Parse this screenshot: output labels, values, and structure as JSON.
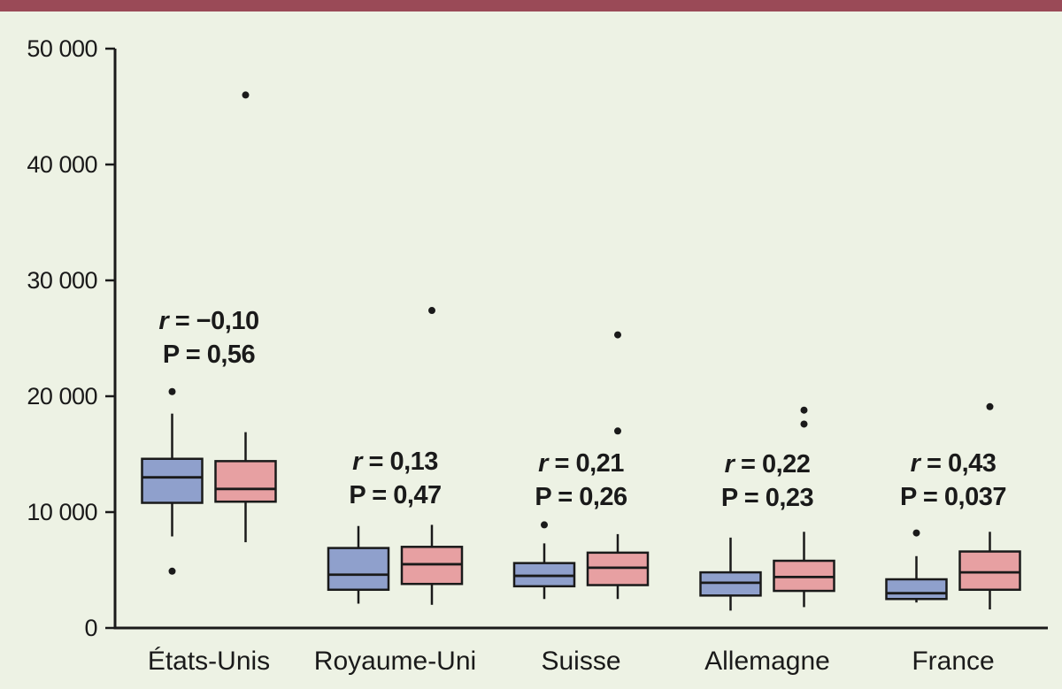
{
  "figure": {
    "background": "#edf2e4",
    "accent_bar_color": "#9a4a57",
    "outline_color": "#1a1a1a",
    "text_color": "#1a1a1a"
  },
  "chart_data": {
    "type": "boxplot",
    "orientation": "vertical",
    "grid": false,
    "legend": "none",
    "title": "",
    "xlabel": "",
    "ylabel": "",
    "categories": [
      "États-Unis",
      "Royaume-Uni",
      "Suisse",
      "Allemagne",
      "France"
    ],
    "y_axis": {
      "min": 0,
      "max": 50000,
      "tick_step": 10000,
      "tick_labels": [
        "0",
        "10 000",
        "20 000",
        "30 000",
        "40 000",
        "50 000"
      ]
    },
    "series": [
      {
        "name": "serie-bleue",
        "color": "#8fa0cc",
        "boxes": [
          {
            "low": 7900,
            "q1": 10800,
            "median": 13000,
            "q3": 14600,
            "high": 18500,
            "outliers": [
              20400,
              4900
            ]
          },
          {
            "low": 2100,
            "q1": 3300,
            "median": 4600,
            "q3": 6900,
            "high": 8800,
            "outliers": []
          },
          {
            "low": 2500,
            "q1": 3600,
            "median": 4500,
            "q3": 5600,
            "high": 7300,
            "outliers": [
              8900
            ]
          },
          {
            "low": 1500,
            "q1": 2800,
            "median": 3900,
            "q3": 4800,
            "high": 7800,
            "outliers": []
          },
          {
            "low": 2200,
            "q1": 2500,
            "median": 3000,
            "q3": 4200,
            "high": 6200,
            "outliers": [
              8200
            ]
          }
        ]
      },
      {
        "name": "serie-rose",
        "color": "#e7a0a2",
        "boxes": [
          {
            "low": 7400,
            "q1": 10900,
            "median": 12000,
            "q3": 14400,
            "high": 16900,
            "outliers": [
              46000
            ]
          },
          {
            "low": 2000,
            "q1": 3800,
            "median": 5500,
            "q3": 7000,
            "high": 8900,
            "outliers": [
              27400
            ]
          },
          {
            "low": 2500,
            "q1": 3700,
            "median": 5200,
            "q3": 6500,
            "high": 8100,
            "outliers": [
              25300,
              17000
            ]
          },
          {
            "low": 1800,
            "q1": 3200,
            "median": 4400,
            "q3": 5800,
            "high": 8300,
            "outliers": [
              18800,
              17600
            ]
          },
          {
            "low": 1600,
            "q1": 3300,
            "median": 4800,
            "q3": 6600,
            "high": 8300,
            "outliers": [
              19100
            ]
          }
        ]
      }
    ],
    "annotations": [
      {
        "r_line": "r = −0,10",
        "p_line": "P = 0,56"
      },
      {
        "r_line": "r = 0,13",
        "p_line": "P = 0,47"
      },
      {
        "r_line": "r = 0,21",
        "p_line": "P = 0,26"
      },
      {
        "r_line": "r = 0,22",
        "p_line": "P = 0,23"
      },
      {
        "r_line": "r = 0,43",
        "p_line": "P = 0,037"
      }
    ]
  }
}
